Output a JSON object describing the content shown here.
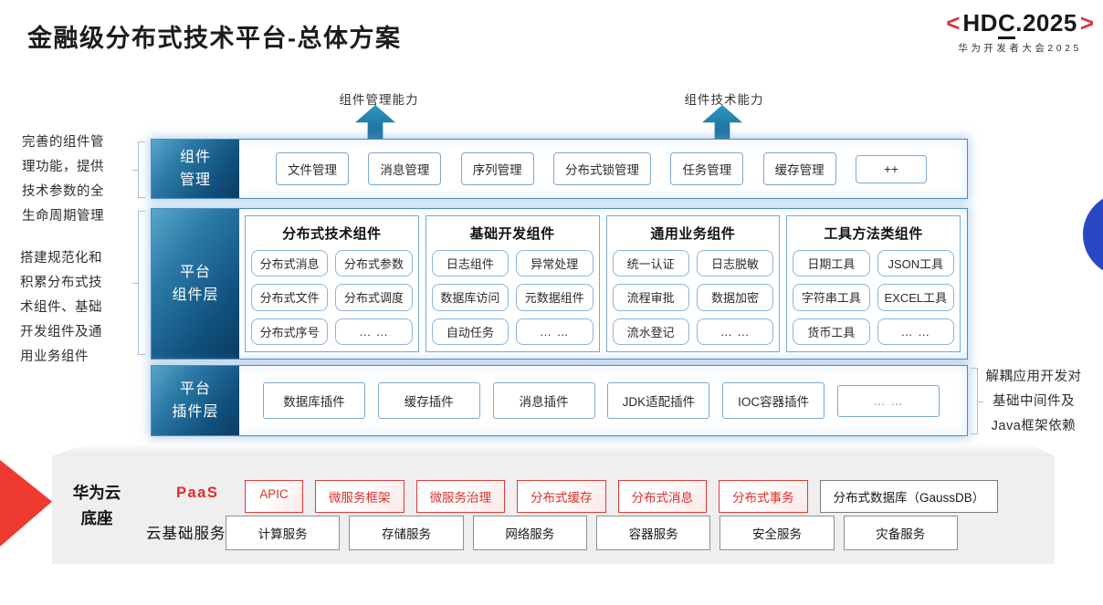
{
  "title": "金融级分布式技术平台-总体方案",
  "logo": {
    "bracket_left": "<",
    "prefix": "HD",
    "underlined": "C",
    "suffix": ".2025",
    "bracket_right": ">",
    "subtitle": "华为开发者大会2025"
  },
  "capability_arrows": {
    "left": "组件管理能力",
    "right": "组件技术能力"
  },
  "side_notes": {
    "management": "完善的组件管理功能，提供技术参数的全生命周期管理",
    "components": "搭建规范化和积累分布式技术组件、基础开发组件及通用业务组件",
    "plugins": "解耦应用开发对基础中间件及Java框架依赖"
  },
  "layers": {
    "management": {
      "label": "组件\n管理",
      "items": [
        "文件管理",
        "消息管理",
        "序列管理",
        "分布式锁管理",
        "任务管理",
        "缓存管理",
        "++"
      ]
    },
    "components": {
      "label": "平台\n组件层",
      "groups": [
        {
          "title": "分布式技术组件",
          "items": [
            "分布式消息",
            "分布式参数",
            "分布式文件",
            "分布式调度",
            "分布式序号",
            "… …"
          ]
        },
        {
          "title": "基础开发组件",
          "items": [
            "日志组件",
            "异常处理",
            "数据库访问",
            "元数据组件",
            "自动任务",
            "… …"
          ]
        },
        {
          "title": "通用业务组件",
          "items": [
            "统一认证",
            "日志脱敏",
            "流程审批",
            "数据加密",
            "流水登记",
            "… …"
          ]
        },
        {
          "title": "工具方法类组件",
          "items": [
            "日期工具",
            "JSON工具",
            "字符串工具",
            "EXCEL工具",
            "货币工具",
            "… …"
          ]
        }
      ]
    },
    "plugins": {
      "label": "平台\n插件层",
      "items": [
        "数据库插件",
        "缓存插件",
        "消息插件",
        "JDK适配插件",
        "IOC容器插件",
        "… …"
      ]
    }
  },
  "foundation": {
    "label": "华为云\n底座",
    "paas": {
      "label": "PaaS",
      "items": [
        "APIC",
        "微服务框架",
        "微服务治理",
        "分布式缓存",
        "分布式消息",
        "分布式事务"
      ],
      "db": "分布式数据库（GaussDB）"
    },
    "cloud": {
      "label": "云基础服务",
      "items": [
        "计算服务",
        "存储服务",
        "网络服务",
        "容器服务",
        "安全服务",
        "灾备服务"
      ]
    }
  },
  "colors": {
    "accent_red": "#d9322c",
    "logo_red": "#d9363e",
    "teal_arrow": "#1f7fa9",
    "layer_label_dark": "#0b3c63",
    "layer_label_light": "#57a7cc",
    "panel_border": "#4e8bbf",
    "chip_border": "#8ab5da",
    "slab_bg": "#efeff0",
    "circle_blue": "#2a48c4"
  }
}
